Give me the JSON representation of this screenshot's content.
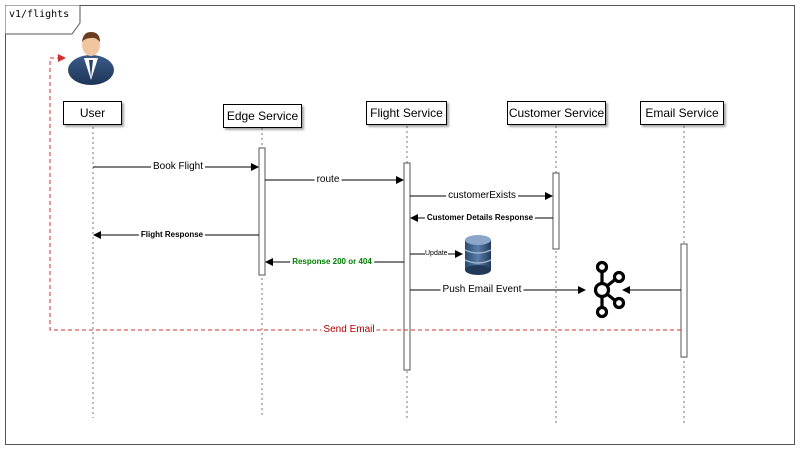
{
  "frame_label": "v1/flights",
  "participants": [
    {
      "id": "user",
      "label": "User"
    },
    {
      "id": "edge",
      "label": "Edge Service"
    },
    {
      "id": "flight",
      "label": "Flight Service"
    },
    {
      "id": "customer",
      "label": "Customer Service"
    },
    {
      "id": "email",
      "label": "Email Service"
    }
  ],
  "messages": [
    {
      "label": "Book Flight",
      "from": "user",
      "to": "edge",
      "style": "solid"
    },
    {
      "label": "route",
      "from": "edge",
      "to": "flight",
      "style": "solid"
    },
    {
      "label": "customerExists",
      "from": "flight",
      "to": "customer",
      "style": "solid"
    },
    {
      "label": "Customer Details Response",
      "from": "customer",
      "to": "flight",
      "style": "solid"
    },
    {
      "label": "Flight Response",
      "from": "edge",
      "to": "user",
      "style": "solid"
    },
    {
      "label": "Update",
      "from": "flight",
      "to": "database",
      "style": "solid"
    },
    {
      "label": "Response 200 or 404",
      "from": "flight",
      "to": "edge",
      "style": "solid"
    },
    {
      "label": "Push Email Event",
      "from": "flight",
      "to": "event-bus",
      "style": "solid"
    },
    {
      "label": "Send Email",
      "from": "email",
      "to": "user",
      "style": "dashed"
    }
  ],
  "icons": {
    "actor": "user-icon",
    "database": "database-icon",
    "event_bus": "kafka-icon"
  },
  "colors": {
    "send_email": "#d32f2f",
    "response_200_404": "#008000",
    "arrow": "#000000",
    "lifeline": "#777777"
  }
}
